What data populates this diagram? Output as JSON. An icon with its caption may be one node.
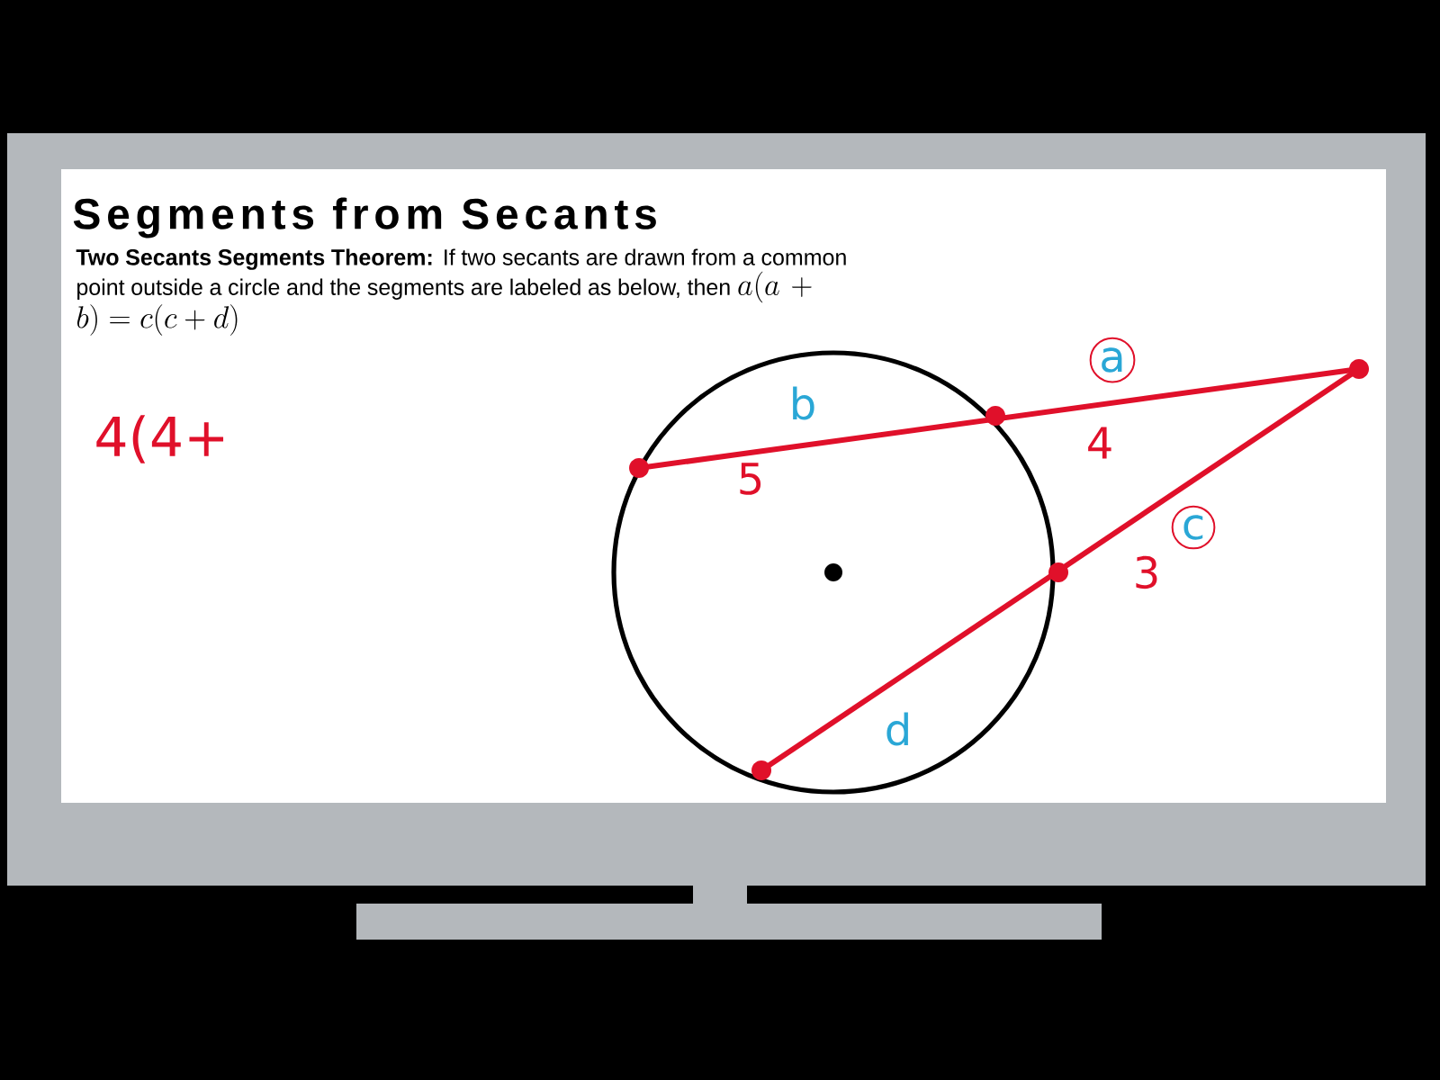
{
  "diagram": {
    "title": "Segments from Secants",
    "labels": [
      "**Two Secants Segments Theorem:** If two secants are drawn from a common point outside a circle and the segments are labeled as below, then",
      "a(a + b) = c(c + d)",
      "4(4+",
      "a",
      "b",
      "4",
      "5",
      "c",
      "3",
      "d"
    ]
  }
}
